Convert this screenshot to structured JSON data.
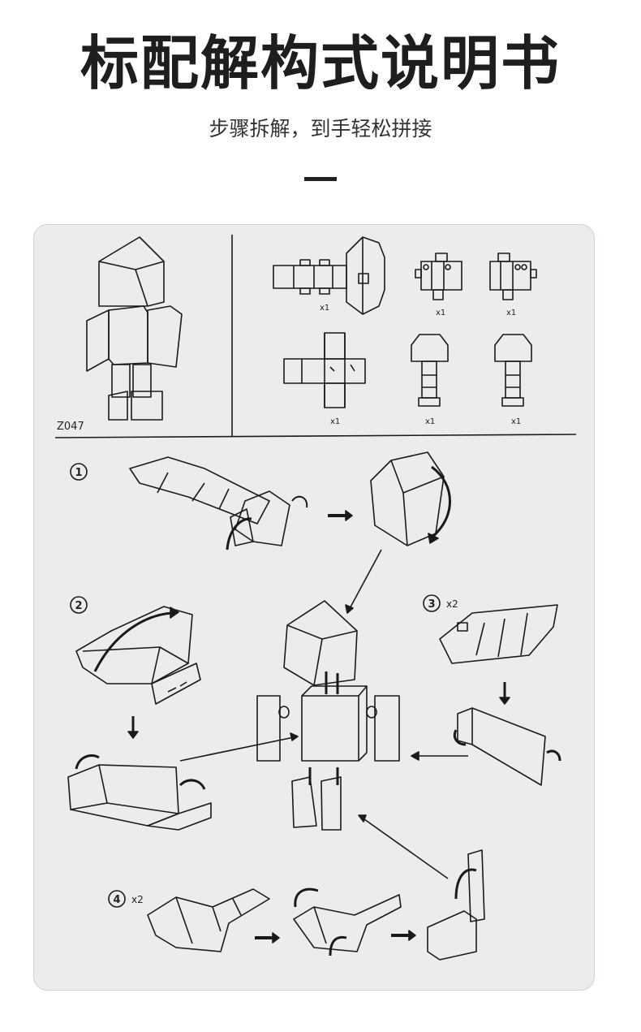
{
  "header": {
    "title": "标配解构式说明书",
    "subtitle": "步骤拆解，到手轻松拼接"
  },
  "parts_panel": {
    "model_code": "Z047",
    "counts": [
      "x1",
      "x1",
      "x1",
      "x1",
      "x1",
      "x1"
    ]
  },
  "steps": [
    {
      "number": "1",
      "qty": ""
    },
    {
      "number": "2",
      "qty": ""
    },
    {
      "number": "3",
      "qty": "x2"
    },
    {
      "number": "4",
      "qty": "x2"
    }
  ],
  "colors": {
    "sheet_bg": "#ececec",
    "ink": "#1a1a1a",
    "sheet_border": "#d8d0c4"
  }
}
